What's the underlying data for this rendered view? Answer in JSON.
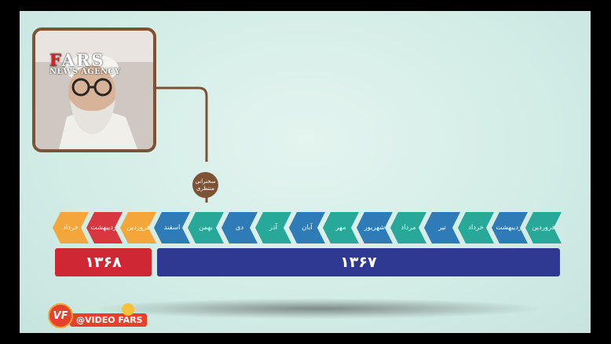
{
  "logo": {
    "line1_accent": "F",
    "line1_rest": "ARS",
    "line2": "NEWS AGENCY"
  },
  "event": {
    "label": "سخنرانی منتظری"
  },
  "months": [
    {
      "label": "فروردین",
      "color": "#27a898"
    },
    {
      "label": "اردیبهشت",
      "color": "#2f7bb8"
    },
    {
      "label": "خرداد",
      "color": "#27a898"
    },
    {
      "label": "تیر",
      "color": "#2f7bb8"
    },
    {
      "label": "مرداد",
      "color": "#27a898"
    },
    {
      "label": "شهریور",
      "color": "#2f7bb8"
    },
    {
      "label": "مهر",
      "color": "#27a898"
    },
    {
      "label": "آبان",
      "color": "#2f7bb8"
    },
    {
      "label": "آذر",
      "color": "#27a898"
    },
    {
      "label": "دی",
      "color": "#2f7bb8"
    },
    {
      "label": "بهمن",
      "color": "#27a898"
    },
    {
      "label": "اسفند",
      "color": "#2f7bb8"
    },
    {
      "label": "فروردین",
      "color": "#f4a63a"
    },
    {
      "label": "اردیبهشت",
      "color": "#d9373f"
    },
    {
      "label": "خرداد",
      "color": "#f4a63a"
    }
  ],
  "years": {
    "y1367": "۱۳۶۷",
    "y1368": "۱۳۶۸"
  },
  "watermark": {
    "badge": "VF",
    "handle": "@VIDEO FARS"
  }
}
